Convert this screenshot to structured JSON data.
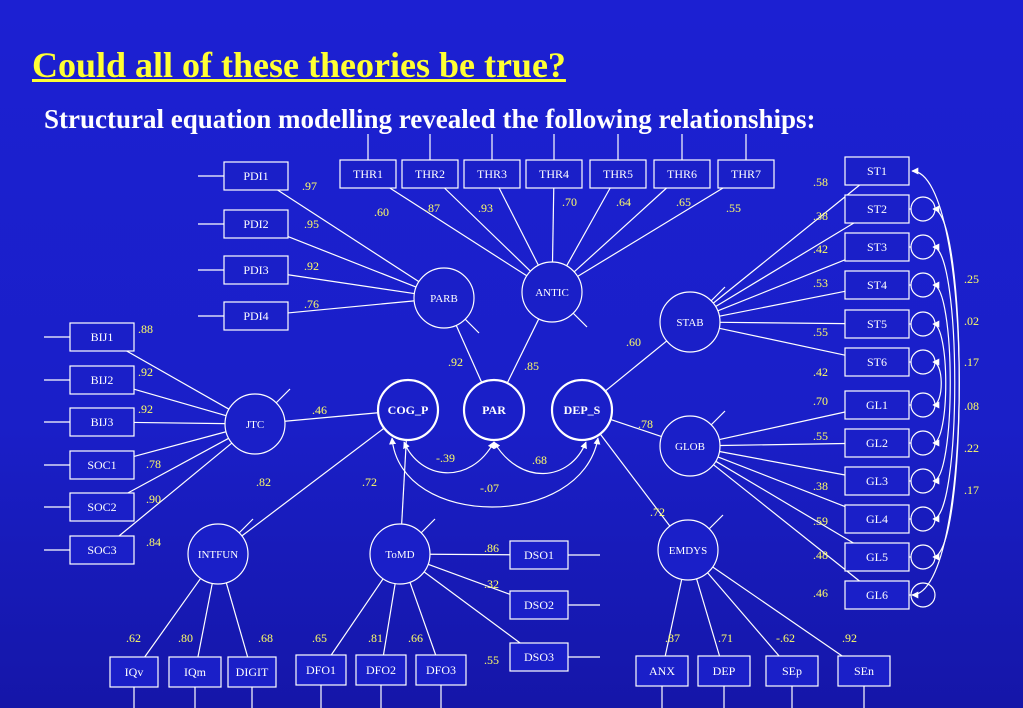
{
  "slide": {
    "title": "Could all of these theories be true?",
    "subtitle": "Structural equation modelling revealed the following relationships:"
  },
  "colors": {
    "background": "#1a1fc8",
    "title": "#ffff33",
    "text": "#ffffff",
    "coefficient": "#ffff66",
    "line": "#ffffff"
  },
  "diagram": {
    "nodes": {
      "PDI1": "PDI1",
      "PDI2": "PDI2",
      "PDI3": "PDI3",
      "PDI4": "PDI4",
      "THR1": "THR1",
      "THR2": "THR2",
      "THR3": "THR3",
      "THR4": "THR4",
      "THR5": "THR5",
      "THR6": "THR6",
      "THR7": "THR7",
      "ST1": "ST1",
      "ST2": "ST2",
      "ST3": "ST3",
      "ST4": "ST4",
      "ST5": "ST5",
      "ST6": "ST6",
      "GL1": "GL1",
      "GL2": "GL2",
      "GL3": "GL3",
      "GL4": "GL4",
      "GL5": "GL5",
      "GL6": "GL6",
      "BIJ1": "BIJ1",
      "BIJ2": "BIJ2",
      "BIJ3": "BIJ3",
      "SOC1": "SOC1",
      "SOC2": "SOC2",
      "SOC3": "SOC3",
      "DSO1": "DSO1",
      "DSO2": "DSO2",
      "DSO3": "DSO3",
      "IQv": "IQv",
      "IQm": "IQm",
      "DIGIT": "DIGIT",
      "DFO1": "DFO1",
      "DFO2": "DFO2",
      "DFO3": "DFO3",
      "ANX": "ANX",
      "DEP": "DEP",
      "SEp": "SEp",
      "SEn": "SEn",
      "PARB": "PARB",
      "ANTIC": "ANTIC",
      "STAB": "STAB",
      "JTC": "JTC",
      "COG_P": "COG_P",
      "PAR": "PAR",
      "DEP_S": "DEP_S",
      "GLOB": "GLOB",
      "INTFUN": "INTFUN",
      "ToMD": "ToMD",
      "EMDYS": "EMDYS"
    },
    "coefficients": {
      "PDI1": ".97",
      "PDI2": ".95",
      "PDI3": ".92",
      "PDI4": ".76",
      "THR1": ".60",
      "THR2": ".87",
      "THR3": ".93",
      "THR4": ".70",
      "THR5": ".64",
      "THR6": ".65",
      "THR7": ".55",
      "ST1": ".58",
      "ST2": ".38",
      "ST3": ".42",
      "ST4": ".53",
      "ST5": ".55",
      "ST6": ".42",
      "GL1": ".70",
      "GL2": ".55",
      "GL3": ".38",
      "GL4": ".59",
      "GL5": ".48",
      "GL6": ".46",
      "BIJ1": ".88",
      "BIJ2": ".92",
      "BIJ3": ".92",
      "SOC1": ".78",
      "SOC2": ".90",
      "SOC3": ".84",
      "DSO1": ".86",
      "DSO2": ".32",
      "DSO3": ".55",
      "IQv": ".62",
      "IQm": ".80",
      "DIGIT": ".68",
      "DFO1": ".65",
      "DFO2": ".81",
      "DFO3": ".66",
      "ANX": ".87",
      "DEP": ".71",
      "SEp": "-.62",
      "SEn": ".92",
      "PAR_PARB": ".92",
      "PAR_ANTIC": ".85",
      "DEPS_STAB": ".60",
      "DEPS_GLOB": ".78",
      "DEPS_EMDYS": ".72",
      "COGP_JTC": ".46",
      "COGP_INTFUN": ".82",
      "COGP_ToMD": ".72",
      "COGP_PAR": "-.39",
      "PAR_DEPS": ".68",
      "COGP_DEPS": "-.07"
    },
    "correlations": {
      "c1": ".25",
      "c2": ".02",
      "c3": ".17",
      "c4": ".08",
      "c5": ".22",
      "c6": ".17"
    }
  }
}
